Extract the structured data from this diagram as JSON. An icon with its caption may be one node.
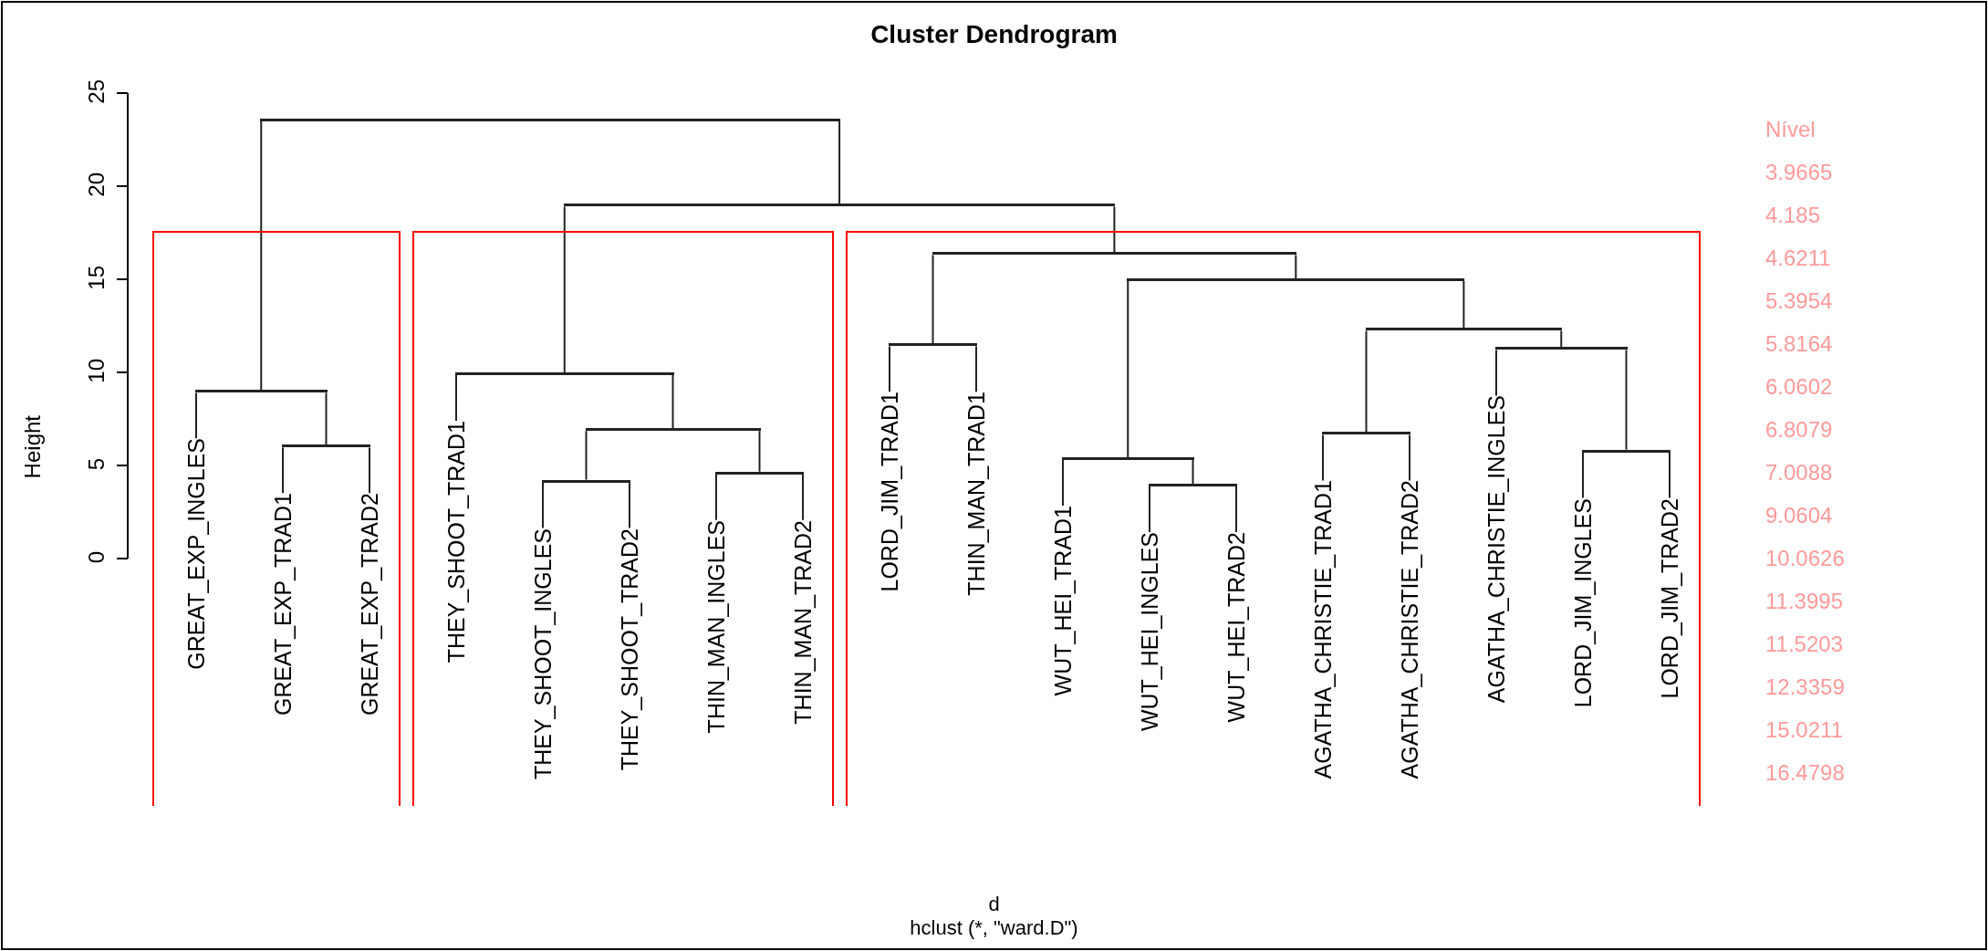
{
  "diagram": {
    "title": "Cluster Dendrogram",
    "nodes": [
      {
        "text": [],
        "shape": "bar"
      },
      {
        "text": [],
        "shape": "bar"
      },
      {
        "text": [],
        "shape": "box"
      },
      {
        "text": [],
        "shape": "bar",
        "in": 2
      },
      {
        "text": [],
        "shape": "bar",
        "in": 2
      },
      {
        "text": [
          "GREAT_EXP_INGLES"
        ],
        "in": 2
      },
      {
        "text": [
          "GREAT_EXP_TRAD1"
        ],
        "in": 2
      },
      {
        "text": [
          "GREAT_EXP_TRAD2"
        ],
        "in": 2
      },
      {
        "text": [],
        "shape": "box"
      },
      {
        "text": [],
        "shape": "bar",
        "in": 8
      },
      {
        "text": [],
        "shape": "bar",
        "in": 8
      },
      {
        "text": [],
        "shape": "bar",
        "in": 8
      },
      {
        "text": [],
        "shape": "bar",
        "in": 8
      },
      {
        "text": [
          "THEY_SHOOT_TRAD1"
        ],
        "in": 8
      },
      {
        "text": [
          "THEY_SHOOT_INGLES"
        ],
        "in": 8
      },
      {
        "text": [
          "THEY_SHOOT_TRAD2"
        ],
        "in": 8
      },
      {
        "text": [
          "THIN_MAN_INGLES"
        ],
        "in": 8
      },
      {
        "text": [
          "THIN_MAN_TRAD2"
        ],
        "in": 8
      },
      {
        "text": [],
        "shape": "box"
      },
      {
        "text": [],
        "shape": "bar",
        "in": 18
      },
      {
        "text": [],
        "shape": "bar",
        "in": 18
      },
      {
        "text": [],
        "shape": "bar",
        "in": 18
      },
      {
        "text": [],
        "shape": "bar",
        "in": 18
      },
      {
        "text": [],
        "shape": "bar",
        "in": 18
      },
      {
        "text": [],
        "shape": "bar",
        "in": 18
      },
      {
        "text": [],
        "shape": "bar",
        "in": 18
      },
      {
        "text": [],
        "shape": "bar",
        "in": 18
      },
      {
        "text": [],
        "shape": "bar",
        "in": 18
      },
      {
        "text": [
          "LORD_JIM_TRAD1"
        ],
        "in": 18
      },
      {
        "text": [
          "THIN_MAN_TRAD1"
        ],
        "in": 18
      },
      {
        "text": [
          "WUT_HEI_TRAD1"
        ],
        "in": 18
      },
      {
        "text": [
          "WUT_HEI_INGLES"
        ],
        "in": 18
      },
      {
        "text": [
          "WUT_HEI_TRAD2"
        ],
        "in": 18
      },
      {
        "text": [
          "AGATHA_CHRISTIE_TRAD1"
        ],
        "in": 18
      },
      {
        "text": [
          "AGATHA_CHRISTIE_TRAD2"
        ],
        "in": 18
      },
      {
        "text": [
          "AGATHA_CHRISTIE_INGLES"
        ],
        "in": 18
      },
      {
        "text": [
          "LORD_JIM_INGLES"
        ],
        "in": 18
      },
      {
        "text": [
          "LORD_JIM_TRAD2"
        ],
        "in": 18
      }
    ],
    "edges": [
      {
        "from": 0,
        "to": 3,
        "arrow": "none"
      },
      {
        "from": 0,
        "to": 1,
        "arrow": "none"
      },
      {
        "from": 3,
        "to": 5,
        "arrow": "none"
      },
      {
        "from": 3,
        "to": 4,
        "arrow": "none"
      },
      {
        "from": 4,
        "to": 6,
        "arrow": "none"
      },
      {
        "from": 4,
        "to": 7,
        "arrow": "none"
      },
      {
        "from": 1,
        "to": 9,
        "arrow": "none"
      },
      {
        "from": 1,
        "to": 19,
        "arrow": "none"
      },
      {
        "from": 9,
        "to": 13,
        "arrow": "none"
      },
      {
        "from": 9,
        "to": 10,
        "arrow": "none"
      },
      {
        "from": 10,
        "to": 11,
        "arrow": "none"
      },
      {
        "from": 10,
        "to": 12,
        "arrow": "none"
      },
      {
        "from": 11,
        "to": 14,
        "arrow": "none"
      },
      {
        "from": 11,
        "to": 15,
        "arrow": "none"
      },
      {
        "from": 12,
        "to": 16,
        "arrow": "none"
      },
      {
        "from": 12,
        "to": 17,
        "arrow": "none"
      },
      {
        "from": 19,
        "to": 20,
        "arrow": "none"
      },
      {
        "from": 19,
        "to": 21,
        "arrow": "none"
      },
      {
        "from": 20,
        "to": 28,
        "arrow": "none"
      },
      {
        "from": 20,
        "to": 29,
        "arrow": "none"
      },
      {
        "from": 21,
        "to": 22,
        "arrow": "none"
      },
      {
        "from": 21,
        "to": 24,
        "arrow": "none"
      },
      {
        "from": 22,
        "to": 30,
        "arrow": "none"
      },
      {
        "from": 22,
        "to": 23,
        "arrow": "none"
      },
      {
        "from": 23,
        "to": 31,
        "arrow": "none"
      },
      {
        "from": 23,
        "to": 32,
        "arrow": "none"
      },
      {
        "from": 24,
        "to": 25,
        "arrow": "none"
      },
      {
        "from": 24,
        "to": 26,
        "arrow": "none"
      },
      {
        "from": 25,
        "to": 33,
        "arrow": "none"
      },
      {
        "from": 25,
        "to": 34,
        "arrow": "none"
      },
      {
        "from": 26,
        "to": 35,
        "arrow": "none"
      },
      {
        "from": 26,
        "to": 27,
        "arrow": "none"
      },
      {
        "from": 27,
        "to": 36,
        "arrow": "none"
      },
      {
        "from": 27,
        "to": 37,
        "arrow": "none"
      }
    ],
    "labels": [
      "25",
      "20",
      "15",
      "10",
      "5",
      "0",
      "Height",
      "Nível",
      "3.9665",
      "4.185",
      "4.6211",
      "5.3954",
      "5.8164",
      "6.0602",
      "6.8079",
      "7.0088",
      "9.0604",
      "10.0626",
      "11.3995",
      "11.5203",
      "12.3359",
      "15.0211",
      "16.4798",
      "d",
      "hclust (*, \"ward.D\")"
    ]
  }
}
